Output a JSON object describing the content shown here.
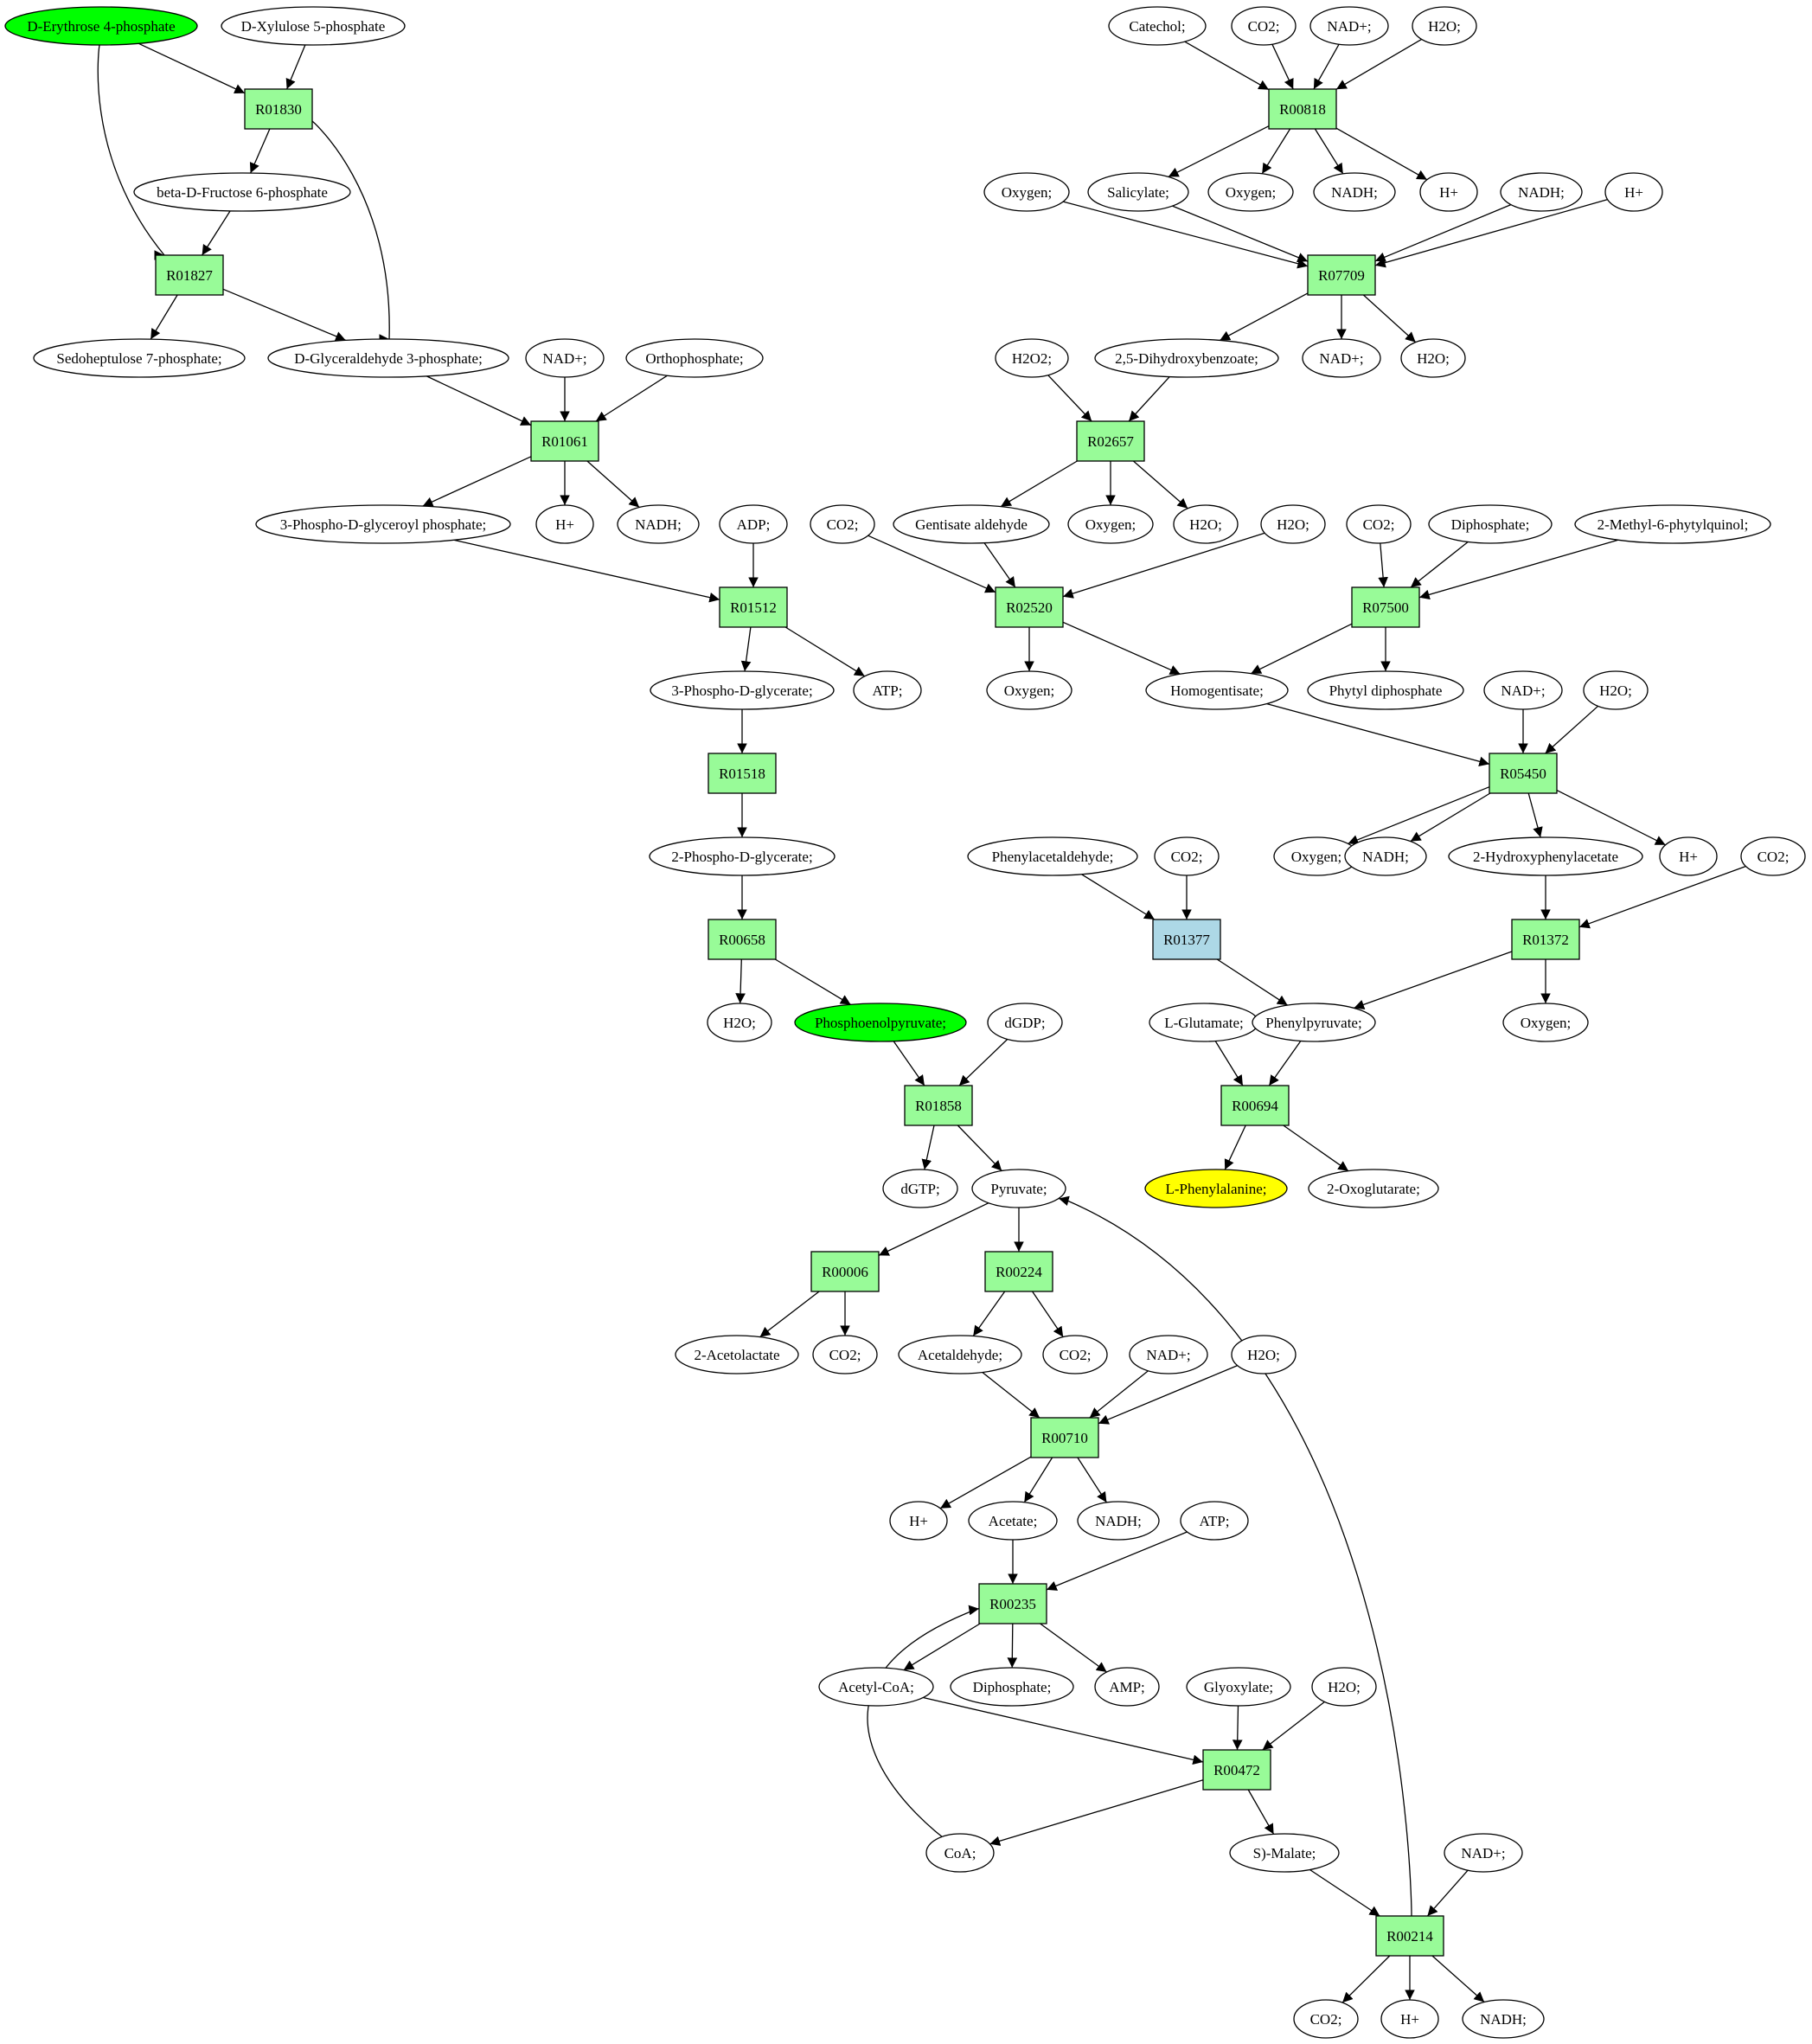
{
  "colors": {
    "reaction": "#98fb98",
    "reaction_highlight": "#add8e6",
    "compound": "#ffffff",
    "source": "#00ff00",
    "target": "#ffff00",
    "stroke": "#000000"
  },
  "nodes": [
    {
      "id": "c_e4p",
      "label": "D-Erythrose 4-phosphate",
      "kind": "compound",
      "role": "source"
    },
    {
      "id": "c_xu5p",
      "label": "D-Xylulose 5-phosphate",
      "kind": "compound"
    },
    {
      "id": "r_R01830",
      "label": "R01830",
      "kind": "reaction"
    },
    {
      "id": "c_bdf6p",
      "label": "beta-D-Fructose 6-phosphate",
      "kind": "compound"
    },
    {
      "id": "r_R01827",
      "label": "R01827",
      "kind": "reaction"
    },
    {
      "id": "c_s7p",
      "label": "Sedoheptulose 7-phosphate;",
      "kind": "compound"
    },
    {
      "id": "c_g3p",
      "label": "D-Glyceraldehyde 3-phosphate;",
      "kind": "compound"
    },
    {
      "id": "c_nad_a",
      "label": "NAD+;",
      "kind": "compound"
    },
    {
      "id": "c_orthop",
      "label": "Orthophosphate;",
      "kind": "compound"
    },
    {
      "id": "r_R01061",
      "label": "R01061",
      "kind": "reaction"
    },
    {
      "id": "c_3pdgp",
      "label": "3-Phospho-D-glyceroyl phosphate;",
      "kind": "compound"
    },
    {
      "id": "c_h_a",
      "label": "H+",
      "kind": "compound"
    },
    {
      "id": "c_nadh_a",
      "label": "NADH;",
      "kind": "compound"
    },
    {
      "id": "c_adp",
      "label": "ADP;",
      "kind": "compound"
    },
    {
      "id": "r_R01512",
      "label": "R01512",
      "kind": "reaction"
    },
    {
      "id": "c_3pg",
      "label": "3-Phospho-D-glycerate;",
      "kind": "compound"
    },
    {
      "id": "c_atp_a",
      "label": "ATP;",
      "kind": "compound"
    },
    {
      "id": "r_R01518",
      "label": "R01518",
      "kind": "reaction"
    },
    {
      "id": "c_2pg",
      "label": "2-Phospho-D-glycerate;",
      "kind": "compound"
    },
    {
      "id": "r_R00658",
      "label": "R00658",
      "kind": "reaction"
    },
    {
      "id": "c_h2o_a",
      "label": "H2O;",
      "kind": "compound"
    },
    {
      "id": "c_pep",
      "label": "Phosphoenolpyruvate;",
      "kind": "compound",
      "role": "source"
    },
    {
      "id": "c_dgdp",
      "label": "dGDP;",
      "kind": "compound"
    },
    {
      "id": "r_R01858",
      "label": "R01858",
      "kind": "reaction"
    },
    {
      "id": "c_dgtp",
      "label": "dGTP;",
      "kind": "compound"
    },
    {
      "id": "c_pyr",
      "label": "Pyruvate;",
      "kind": "compound"
    },
    {
      "id": "r_R00006",
      "label": "R00006",
      "kind": "reaction"
    },
    {
      "id": "r_R00224",
      "label": "R00224",
      "kind": "reaction"
    },
    {
      "id": "c_2acl",
      "label": "2-Acetolactate",
      "kind": "compound"
    },
    {
      "id": "c_co2_a",
      "label": "CO2;",
      "kind": "compound"
    },
    {
      "id": "c_acald",
      "label": "Acetaldehyde;",
      "kind": "compound"
    },
    {
      "id": "c_co2_b",
      "label": "CO2;",
      "kind": "compound"
    },
    {
      "id": "c_nad_b",
      "label": "NAD+;",
      "kind": "compound"
    },
    {
      "id": "c_h2o_b",
      "label": "H2O;",
      "kind": "compound"
    },
    {
      "id": "r_R00710",
      "label": "R00710",
      "kind": "reaction"
    },
    {
      "id": "c_h_b",
      "label": "H+",
      "kind": "compound"
    },
    {
      "id": "c_acetate",
      "label": "Acetate;",
      "kind": "compound"
    },
    {
      "id": "c_nadh_b",
      "label": "NADH;",
      "kind": "compound"
    },
    {
      "id": "c_atp_b",
      "label": "ATP;",
      "kind": "compound"
    },
    {
      "id": "r_R00235",
      "label": "R00235",
      "kind": "reaction"
    },
    {
      "id": "c_accoa",
      "label": "Acetyl-CoA;",
      "kind": "compound"
    },
    {
      "id": "c_diph_a",
      "label": "Diphosphate;",
      "kind": "compound"
    },
    {
      "id": "c_amp",
      "label": "AMP;",
      "kind": "compound"
    },
    {
      "id": "c_glyox",
      "label": "Glyoxylate;",
      "kind": "compound"
    },
    {
      "id": "c_h2o_c",
      "label": "H2O;",
      "kind": "compound"
    },
    {
      "id": "r_R00472",
      "label": "R00472",
      "kind": "reaction"
    },
    {
      "id": "c_coa",
      "label": "CoA;",
      "kind": "compound"
    },
    {
      "id": "c_malate",
      "label": "S)-Malate;",
      "kind": "compound"
    },
    {
      "id": "c_nad_c",
      "label": "NAD+;",
      "kind": "compound"
    },
    {
      "id": "r_R00214",
      "label": "R00214",
      "kind": "reaction"
    },
    {
      "id": "c_co2_c",
      "label": "CO2;",
      "kind": "compound"
    },
    {
      "id": "c_h_c",
      "label": "H+",
      "kind": "compound"
    },
    {
      "id": "c_nadh_c",
      "label": "NADH;",
      "kind": "compound"
    },
    {
      "id": "c_catechol",
      "label": "Catechol;",
      "kind": "compound"
    },
    {
      "id": "c_co2_d",
      "label": "CO2;",
      "kind": "compound"
    },
    {
      "id": "c_nad_d",
      "label": "NAD+;",
      "kind": "compound"
    },
    {
      "id": "c_h2o_d",
      "label": "H2O;",
      "kind": "compound"
    },
    {
      "id": "r_R00818",
      "label": "R00818",
      "kind": "reaction"
    },
    {
      "id": "c_oxy_a",
      "label": "Oxygen;",
      "kind": "compound"
    },
    {
      "id": "c_salic",
      "label": "Salicylate;",
      "kind": "compound"
    },
    {
      "id": "c_oxy_b",
      "label": "Oxygen;",
      "kind": "compound"
    },
    {
      "id": "c_nadh_d",
      "label": "NADH;",
      "kind": "compound"
    },
    {
      "id": "c_h_d",
      "label": "H+",
      "kind": "compound"
    },
    {
      "id": "c_nadh_e",
      "label": "NADH;",
      "kind": "compound"
    },
    {
      "id": "c_h_e",
      "label": "H+",
      "kind": "compound"
    },
    {
      "id": "r_R07709",
      "label": "R07709",
      "kind": "reaction"
    },
    {
      "id": "c_h2o2",
      "label": "H2O2;",
      "kind": "compound"
    },
    {
      "id": "c_25dhb",
      "label": "2,5-Dihydroxybenzoate;",
      "kind": "compound"
    },
    {
      "id": "c_nad_e",
      "label": "NAD+;",
      "kind": "compound"
    },
    {
      "id": "c_h2o_e",
      "label": "H2O;",
      "kind": "compound"
    },
    {
      "id": "r_R02657",
      "label": "R02657",
      "kind": "reaction"
    },
    {
      "id": "c_gentald",
      "label": "Gentisate aldehyde",
      "kind": "compound"
    },
    {
      "id": "c_oxy_c",
      "label": "Oxygen;",
      "kind": "compound"
    },
    {
      "id": "c_h2o_f",
      "label": "H2O;",
      "kind": "compound"
    },
    {
      "id": "c_co2_e",
      "label": "CO2;",
      "kind": "compound"
    },
    {
      "id": "c_h2o_g",
      "label": "H2O;",
      "kind": "compound"
    },
    {
      "id": "r_R02520",
      "label": "R02520",
      "kind": "reaction"
    },
    {
      "id": "c_oxy_d",
      "label": "Oxygen;",
      "kind": "compound"
    },
    {
      "id": "c_co2_f",
      "label": "CO2;",
      "kind": "compound"
    },
    {
      "id": "c_diph_b",
      "label": "Diphosphate;",
      "kind": "compound"
    },
    {
      "id": "c_mpq",
      "label": "2-Methyl-6-phytylquinol;",
      "kind": "compound"
    },
    {
      "id": "r_R07500",
      "label": "R07500",
      "kind": "reaction"
    },
    {
      "id": "c_homog",
      "label": "Homogentisate;",
      "kind": "compound"
    },
    {
      "id": "c_phytdp",
      "label": "Phytyl diphosphate",
      "kind": "compound"
    },
    {
      "id": "c_nad_f",
      "label": "NAD+;",
      "kind": "compound"
    },
    {
      "id": "c_h2o_h",
      "label": "H2O;",
      "kind": "compound"
    },
    {
      "id": "r_R05450",
      "label": "R05450",
      "kind": "reaction"
    },
    {
      "id": "c_oxy_e",
      "label": "Oxygen;",
      "kind": "compound"
    },
    {
      "id": "c_nadh_f",
      "label": "NADH;",
      "kind": "compound"
    },
    {
      "id": "c_2hpa",
      "label": "2-Hydroxyphenylacetate",
      "kind": "compound"
    },
    {
      "id": "c_h_f",
      "label": "H+",
      "kind": "compound"
    },
    {
      "id": "c_co2_g",
      "label": "CO2;",
      "kind": "compound"
    },
    {
      "id": "c_phald",
      "label": "Phenylacetaldehyde;",
      "kind": "compound"
    },
    {
      "id": "c_co2_h",
      "label": "CO2;",
      "kind": "compound"
    },
    {
      "id": "r_R01377",
      "label": "R01377",
      "kind": "reaction",
      "role": "highlight"
    },
    {
      "id": "r_R01372",
      "label": "R01372",
      "kind": "reaction"
    },
    {
      "id": "c_lglu",
      "label": "L-Glutamate;",
      "kind": "compound"
    },
    {
      "id": "c_phpyr",
      "label": "Phenylpyruvate;",
      "kind": "compound"
    },
    {
      "id": "c_oxy_f",
      "label": "Oxygen;",
      "kind": "compound"
    },
    {
      "id": "r_R00694",
      "label": "R00694",
      "kind": "reaction"
    },
    {
      "id": "c_lphe",
      "label": "L-Phenylalanine;",
      "kind": "compound",
      "role": "target"
    },
    {
      "id": "c_2og",
      "label": "2-Oxoglutarate;",
      "kind": "compound"
    }
  ],
  "edges": [
    [
      "c_e4p",
      "r_R01830"
    ],
    [
      "c_xu5p",
      "r_R01830"
    ],
    [
      "r_R01830",
      "c_bdf6p"
    ],
    [
      "r_R01830",
      "c_g3p"
    ],
    [
      "c_e4p",
      "r_R01827"
    ],
    [
      "c_bdf6p",
      "r_R01827"
    ],
    [
      "r_R01827",
      "c_s7p"
    ],
    [
      "r_R01827",
      "c_g3p"
    ],
    [
      "c_g3p",
      "r_R01061"
    ],
    [
      "c_nad_a",
      "r_R01061"
    ],
    [
      "c_orthop",
      "r_R01061"
    ],
    [
      "r_R01061",
      "c_3pdgp"
    ],
    [
      "r_R01061",
      "c_h_a"
    ],
    [
      "r_R01061",
      "c_nadh_a"
    ],
    [
      "c_3pdgp",
      "r_R01512"
    ],
    [
      "c_adp",
      "r_R01512"
    ],
    [
      "r_R01512",
      "c_3pg"
    ],
    [
      "r_R01512",
      "c_atp_a"
    ],
    [
      "c_3pg",
      "r_R01518"
    ],
    [
      "r_R01518",
      "c_2pg"
    ],
    [
      "c_2pg",
      "r_R00658"
    ],
    [
      "r_R00658",
      "c_h2o_a"
    ],
    [
      "r_R00658",
      "c_pep"
    ],
    [
      "c_pep",
      "r_R01858"
    ],
    [
      "c_dgdp",
      "r_R01858"
    ],
    [
      "r_R01858",
      "c_dgtp"
    ],
    [
      "r_R01858",
      "c_pyr"
    ],
    [
      "c_pyr",
      "r_R00006"
    ],
    [
      "c_pyr",
      "r_R00224"
    ],
    [
      "r_R00006",
      "c_2acl"
    ],
    [
      "r_R00006",
      "c_co2_a"
    ],
    [
      "r_R00224",
      "c_acald"
    ],
    [
      "r_R00224",
      "c_co2_b"
    ],
    [
      "c_acald",
      "r_R00710"
    ],
    [
      "c_nad_b",
      "r_R00710"
    ],
    [
      "c_h2o_b",
      "r_R00710"
    ],
    [
      "r_R00710",
      "c_h_b"
    ],
    [
      "r_R00710",
      "c_acetate"
    ],
    [
      "r_R00710",
      "c_nadh_b"
    ],
    [
      "c_acetate",
      "r_R00235"
    ],
    [
      "c_atp_b",
      "r_R00235"
    ],
    [
      "c_coa",
      "r_R00235"
    ],
    [
      "r_R00235",
      "c_accoa"
    ],
    [
      "r_R00235",
      "c_diph_a"
    ],
    [
      "r_R00235",
      "c_amp"
    ],
    [
      "c_accoa",
      "r_R00472"
    ],
    [
      "c_glyox",
      "r_R00472"
    ],
    [
      "c_h2o_c",
      "r_R00472"
    ],
    [
      "r_R00472",
      "c_coa"
    ],
    [
      "r_R00472",
      "c_malate"
    ],
    [
      "c_malate",
      "r_R00214"
    ],
    [
      "c_nad_c",
      "r_R00214"
    ],
    [
      "r_R00214",
      "c_co2_c"
    ],
    [
      "r_R00214",
      "c_h_c"
    ],
    [
      "r_R00214",
      "c_nadh_c"
    ],
    [
      "r_R00214",
      "c_pyr"
    ],
    [
      "c_catechol",
      "r_R00818"
    ],
    [
      "c_co2_d",
      "r_R00818"
    ],
    [
      "c_nad_d",
      "r_R00818"
    ],
    [
      "c_h2o_d",
      "r_R00818"
    ],
    [
      "r_R00818",
      "c_salic"
    ],
    [
      "r_R00818",
      "c_oxy_b"
    ],
    [
      "r_R00818",
      "c_nadh_d"
    ],
    [
      "r_R00818",
      "c_h_d"
    ],
    [
      "c_oxy_a",
      "r_R07709"
    ],
    [
      "c_salic",
      "r_R07709"
    ],
    [
      "c_nadh_e",
      "r_R07709"
    ],
    [
      "c_h_e",
      "r_R07709"
    ],
    [
      "r_R07709",
      "c_25dhb"
    ],
    [
      "r_R07709",
      "c_nad_e"
    ],
    [
      "r_R07709",
      "c_h2o_e"
    ],
    [
      "c_h2o2",
      "r_R02657"
    ],
    [
      "c_25dhb",
      "r_R02657"
    ],
    [
      "r_R02657",
      "c_gentald"
    ],
    [
      "r_R02657",
      "c_oxy_c"
    ],
    [
      "r_R02657",
      "c_h2o_f"
    ],
    [
      "c_co2_e",
      "r_R02520"
    ],
    [
      "c_gentald",
      "r_R02520"
    ],
    [
      "c_h2o_g",
      "r_R02520"
    ],
    [
      "r_R02520",
      "c_oxy_d"
    ],
    [
      "r_R02520",
      "c_homog"
    ],
    [
      "c_co2_f",
      "r_R07500"
    ],
    [
      "c_diph_b",
      "r_R07500"
    ],
    [
      "c_mpq",
      "r_R07500"
    ],
    [
      "r_R07500",
      "c_homog"
    ],
    [
      "r_R07500",
      "c_phytdp"
    ],
    [
      "c_homog",
      "r_R05450"
    ],
    [
      "c_nad_f",
      "r_R05450"
    ],
    [
      "c_h2o_h",
      "r_R05450"
    ],
    [
      "r_R05450",
      "c_oxy_e"
    ],
    [
      "r_R05450",
      "c_nadh_f"
    ],
    [
      "r_R05450",
      "c_2hpa"
    ],
    [
      "r_R05450",
      "c_h_f"
    ],
    [
      "c_phald",
      "r_R01377"
    ],
    [
      "c_co2_h",
      "r_R01377"
    ],
    [
      "r_R01377",
      "c_phpyr"
    ],
    [
      "c_2hpa",
      "r_R01372"
    ],
    [
      "c_co2_g",
      "r_R01372"
    ],
    [
      "r_R01372",
      "c_phpyr"
    ],
    [
      "r_R01372",
      "c_oxy_f"
    ],
    [
      "c_lglu",
      "r_R00694"
    ],
    [
      "c_phpyr",
      "r_R00694"
    ],
    [
      "r_R00694",
      "c_lphe"
    ],
    [
      "r_R00694",
      "c_2og"
    ]
  ]
}
